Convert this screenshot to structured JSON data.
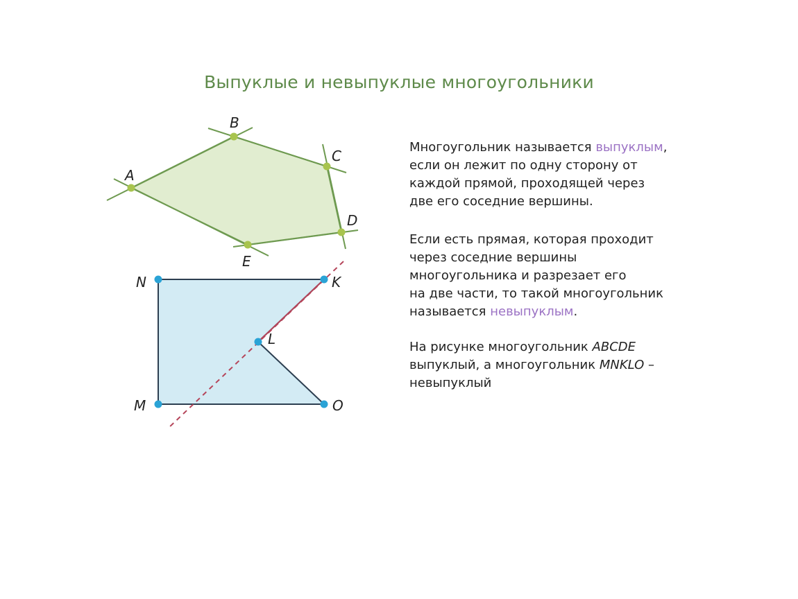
{
  "title": "Выпуклые и невыпуклые многоугольники",
  "colors": {
    "title": "#5e8a4a",
    "convex_fill": "#e1edd0",
    "convex_stroke": "#6e9a50",
    "convex_vertex": "#a8c44e",
    "nonconvex_fill": "#d3ebf4",
    "nonconvex_stroke": "#2c3e50",
    "nonconvex_vertex": "#2aa3d6",
    "cut_line": "#b5455a",
    "accent_term": "#9b72c4"
  },
  "convex_polygon": {
    "vertex_labels": [
      "A",
      "B",
      "C",
      "D",
      "E"
    ]
  },
  "nonconvex_polygon": {
    "vertex_labels": [
      "N",
      "K",
      "L",
      "O",
      "M"
    ]
  },
  "paragraph1": {
    "l1_before": "Многоугольник называется ",
    "l1_term": "выпуклым",
    "l1_after": ",",
    "l2": "если он лежит по одну сторону от",
    "l3": "каждой прямой, проходящей через",
    "l4": "две его соседние вершины."
  },
  "paragraph2": {
    "l1": "Если есть прямая, которая проходит",
    "l2": "через соседние вершины",
    "l3": "многоугольника и разрезает его",
    "l4": "на две части, то такой многоугольник",
    "l5_before": "называется ",
    "l5_term": "невыпуклым",
    "l5_after": "."
  },
  "paragraph3": {
    "l1_text": "На рисунке многоугольник  ",
    "l1_name": "ABCDE",
    "l2_text": "выпуклый, а многоугольник ",
    "l2_name": "MNKLO",
    "l2_after": " –",
    "l3": "невыпуклый"
  }
}
